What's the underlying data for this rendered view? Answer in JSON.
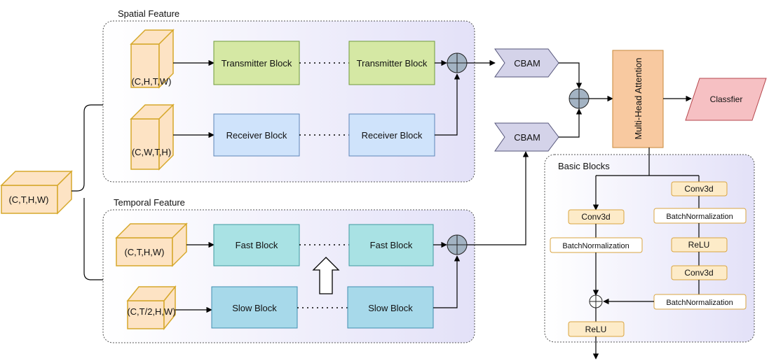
{
  "groups": {
    "spatial": "Spatial Feature",
    "temporal": "Temporal Feature",
    "basic": "Basic Blocks"
  },
  "inputs": {
    "main": "(C,T,H,W)",
    "spatial_1": "(C,H,T,W)",
    "spatial_2": "(C,W,T,H)",
    "temporal_1": "(C,T,H,W)",
    "temporal_2": "(C,T/2,H,W)"
  },
  "blocks": {
    "transmitter_1": "Transmitter Block",
    "transmitter_2": "Transmitter Block",
    "receiver_1": "Receiver Block",
    "receiver_2": "Receiver Block",
    "fast_1": "Fast Block",
    "fast_2": "Fast Block",
    "slow_1": "Slow Block",
    "slow_2": "Slow Block"
  },
  "cbam": {
    "top": "CBAM",
    "bottom": "CBAM"
  },
  "attention": "Multi-Head Attention",
  "classifier": "Classfier",
  "basic_blocks": {
    "left": [
      "Conv3d",
      "BatchNormalization"
    ],
    "right": [
      "Conv3d",
      "BatchNormalization",
      "ReLU",
      "Conv3d",
      "BatchNormalization"
    ],
    "output": "ReLU"
  },
  "colors": {
    "transmitter": "#d5e8a4",
    "receiver": "#cfe3fb",
    "fast": "#a9e2e4",
    "slow": "#a7d9ea",
    "cube": "#fde3c4",
    "cube_edge": "#d6a82b",
    "attention": "#f8c9a0",
    "classifier": "#f6c0c3",
    "cbam": "#d4d3e9",
    "basic": "#fdebc8"
  }
}
